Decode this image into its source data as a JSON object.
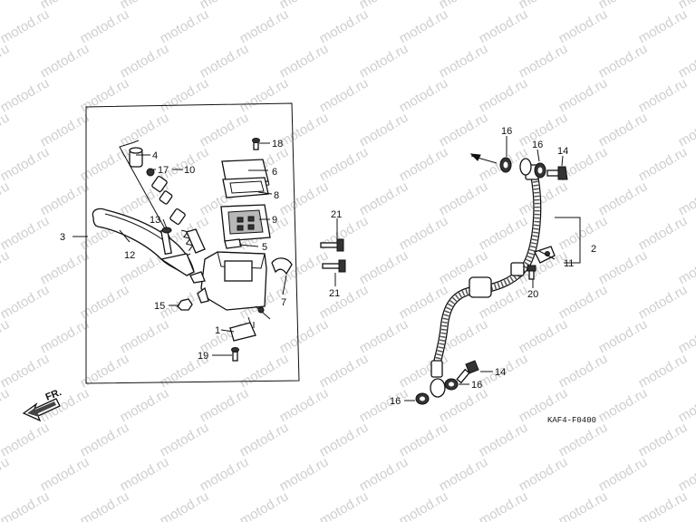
{
  "watermark": "motod.ru",
  "diagram_code": "KAF4-F0400",
  "direction_label": "FR.",
  "callouts": {
    "c1": "1",
    "c2": "2",
    "c3": "3",
    "c4": "4",
    "c5": "5",
    "c6": "6",
    "c7": "7",
    "c8": "8",
    "c9": "9",
    "c10": "10",
    "c11": "11",
    "c12": "12",
    "c13": "13",
    "c14a": "14",
    "c14b": "14",
    "c15": "15",
    "c16a": "16",
    "c16b": "16",
    "c16c": "16",
    "c16d": "16",
    "c17": "17",
    "c18": "18",
    "c19": "19",
    "c20": "20",
    "c21a": "21",
    "c21b": "21"
  }
}
